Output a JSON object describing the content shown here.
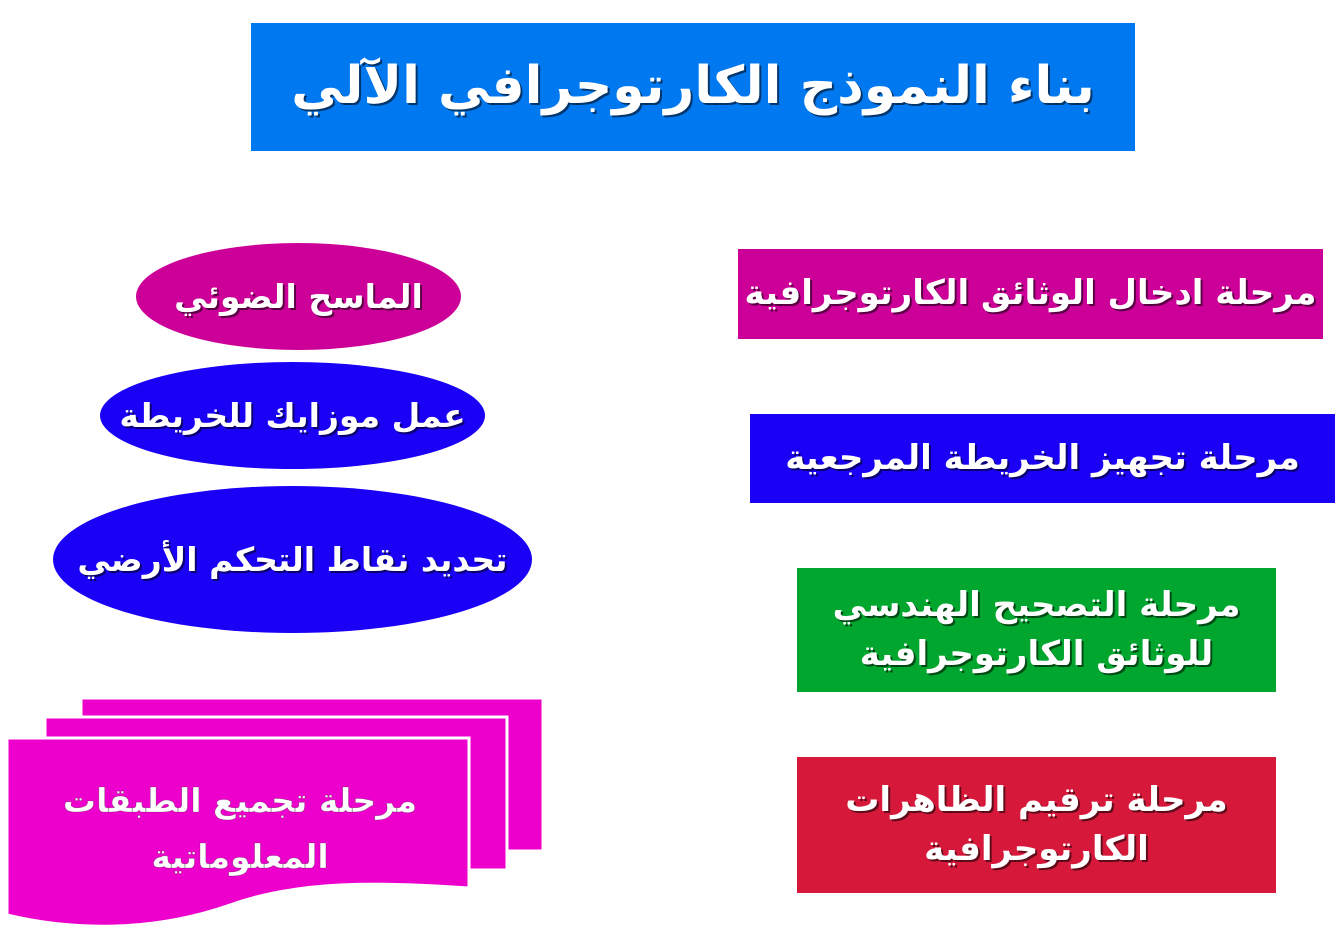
{
  "title": "بناء النموذج الكارتوجرافي الآلي",
  "colors": {
    "title_bg": "#0078f0",
    "magenta": "#cc0099",
    "blue": "#1a00f5",
    "green": "#00a62e",
    "red": "#d6193a",
    "pink": "#ee00cc"
  },
  "stages": [
    {
      "lines": [
        "مرحلة ادخال الوثائق الكارتوجرافية"
      ]
    },
    {
      "lines": [
        "مرحلة تجهيز الخريطة المرجعية"
      ]
    },
    {
      "lines": [
        "مرحلة التصحيح الهندسي",
        "للوثائق الكارتوجرافية"
      ]
    },
    {
      "lines": [
        "مرحلة ترقيم الظاهرات",
        "الكارتوجرافية"
      ]
    }
  ],
  "ellipses": [
    {
      "label": "الماسح الضوئي"
    },
    {
      "label": "عمل موزايك للخريطة"
    },
    {
      "label": "تحديد نقاط التحكم الأرضي"
    }
  ],
  "document_stage": {
    "lines": [
      "مرحلة تجميع الطبقات",
      "المعلوماتية"
    ]
  }
}
